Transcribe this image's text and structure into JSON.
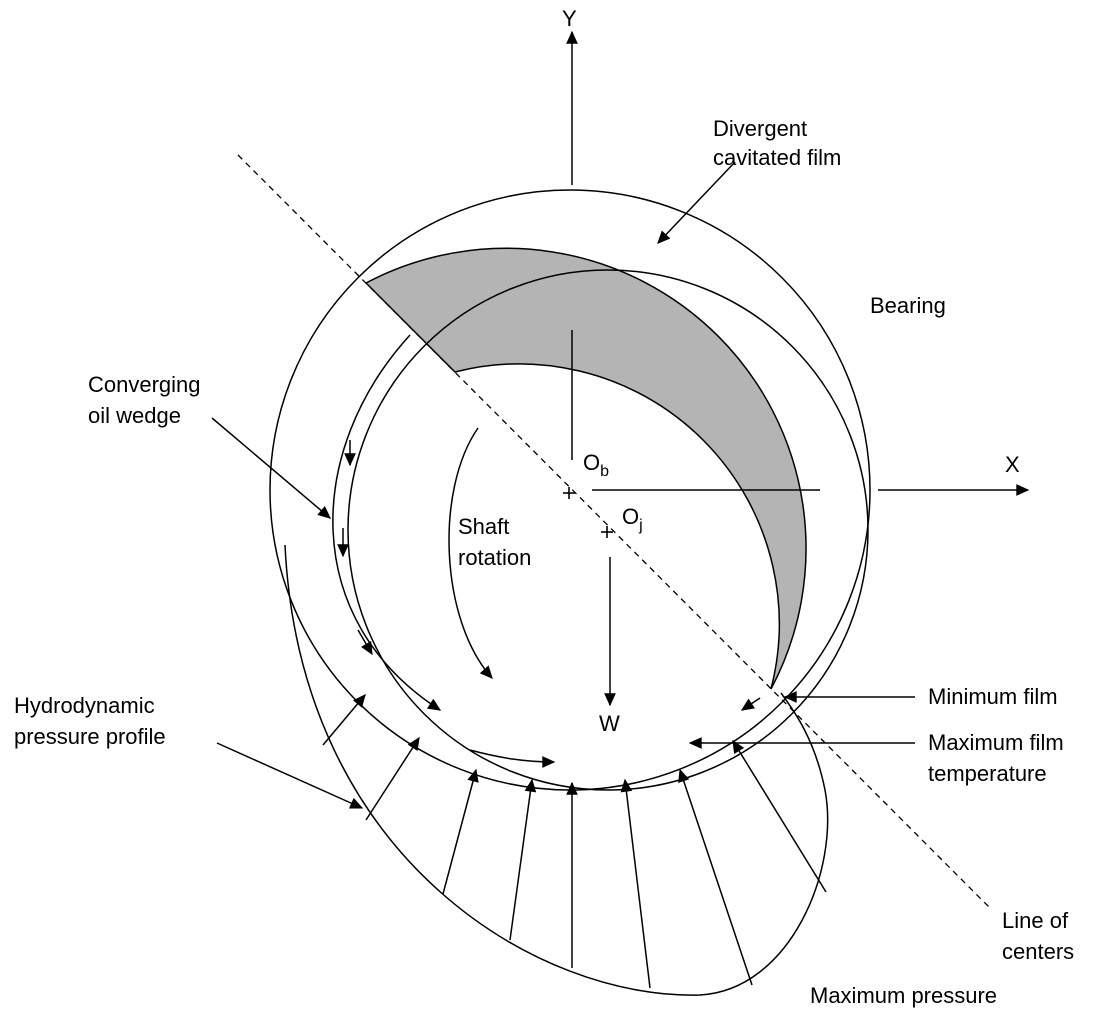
{
  "axes": {
    "y_label": "Y",
    "x_label": "X"
  },
  "centers": {
    "bearing_main": "O",
    "bearing_sub": "b",
    "journal_main": "O",
    "journal_sub": "j"
  },
  "load_label": "W",
  "labels": {
    "divergent_1": "Divergent",
    "divergent_2": "cavitated film",
    "bearing": "Bearing",
    "converging_1": "Converging",
    "converging_2": "oil wedge",
    "shaft_1": "Shaft",
    "shaft_2": "rotation",
    "hydro_1": "Hydrodynamic",
    "hydro_2": "pressure profile",
    "min_film": "Minimum film",
    "max_temp_1": "Maximum film",
    "max_temp_2": "temperature",
    "line_1": "Line of",
    "line_2": "centers",
    "max_pressure": "Maximum pressure"
  },
  "colors": {
    "cavitated_film": "#b4b4b4",
    "stroke": "#000000"
  }
}
